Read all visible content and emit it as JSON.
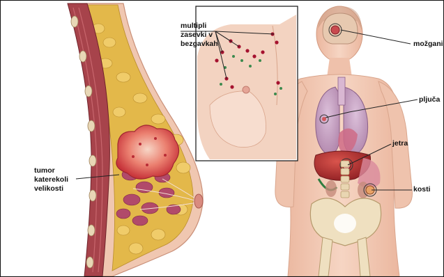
{
  "labels": {
    "breast_tumor": "tumor\nkaterekoli\nvelikosti",
    "lymph_nodes": "multipli\nzasevki v\nbezgavkah",
    "brain": "možgani",
    "lungs": "pljuča",
    "liver": "jetra",
    "bones": "kosti"
  },
  "colors": {
    "skin": "#f2c9b4",
    "skin_shadow": "#e2a98e",
    "fat": "#e3b84a",
    "muscle": "#a7434b",
    "gland": "#b14a6a",
    "tumor": "#e35b56",
    "lung": "#c7a0c4",
    "liver": "#b7322f",
    "bone": "#efe0c0",
    "node_metastasis": "#a5122f",
    "node_normal": "#3c8a4e",
    "leader_line": "#222222"
  },
  "icons": {
    "breast_cross_section": "breast-cross-section-illustration",
    "chest_lymph": "chest-lymph-node-inset",
    "body_organs": "body-organ-illustration"
  }
}
